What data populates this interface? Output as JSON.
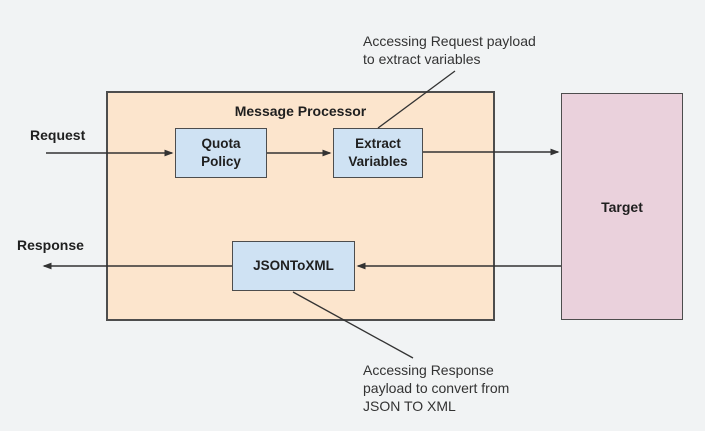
{
  "diagram": {
    "title": "Message Processor",
    "flow_labels": {
      "request": "Request",
      "response": "Response"
    },
    "nodes": {
      "quota_policy": {
        "label": "Quota\nPolicy"
      },
      "extract_variables": {
        "label": "Extract\nVariables"
      },
      "json_to_xml": {
        "label": "JSONToXML"
      },
      "target": {
        "label": "Target"
      }
    },
    "annotations": {
      "top": "Accessing Request payload\nto extract variables",
      "bottom": "Accessing Response\npayload to convert from\nJSON TO XML"
    },
    "colors": {
      "background": "#f1f3f4",
      "processor_fill": "#fce5cd",
      "policy_node_fill": "#cfe2f3",
      "target_fill": "#ead1dc",
      "border": "#4d4d4d",
      "line": "#333333"
    }
  }
}
